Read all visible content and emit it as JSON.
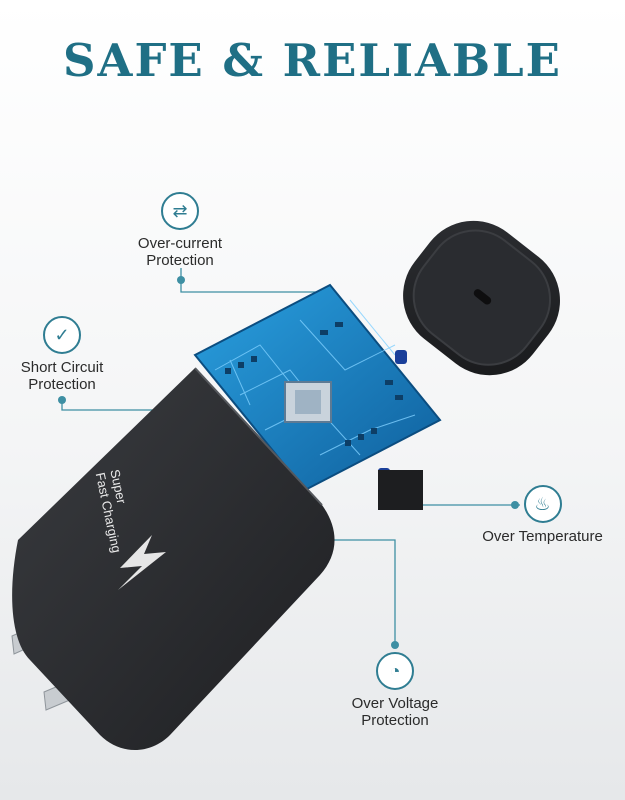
{
  "title": "SAFE & RELIABLE",
  "colors": {
    "accent": "#2f7d92",
    "title": "#1f6f85",
    "pcb": "#1b86c8",
    "body": "#2b2d30"
  },
  "features": [
    {
      "id": "over-current",
      "icon": "transfer-arrows-icon",
      "line1": "Over-current",
      "line2": "Protection"
    },
    {
      "id": "short-circuit",
      "icon": "checkmark-icon",
      "line1": "Short Circuit",
      "line2": "Protection"
    },
    {
      "id": "over-temperature",
      "icon": "heat-waves-icon",
      "line1": "Over Temperature",
      "line2": ""
    },
    {
      "id": "over-voltage",
      "icon": "gauge-icon",
      "line1": "Over Voltage",
      "line2": "Protection"
    }
  ],
  "charger": {
    "line1": "Super",
    "line2": "Fast Charging",
    "bolt_icon": "lightning-bolt-icon"
  }
}
